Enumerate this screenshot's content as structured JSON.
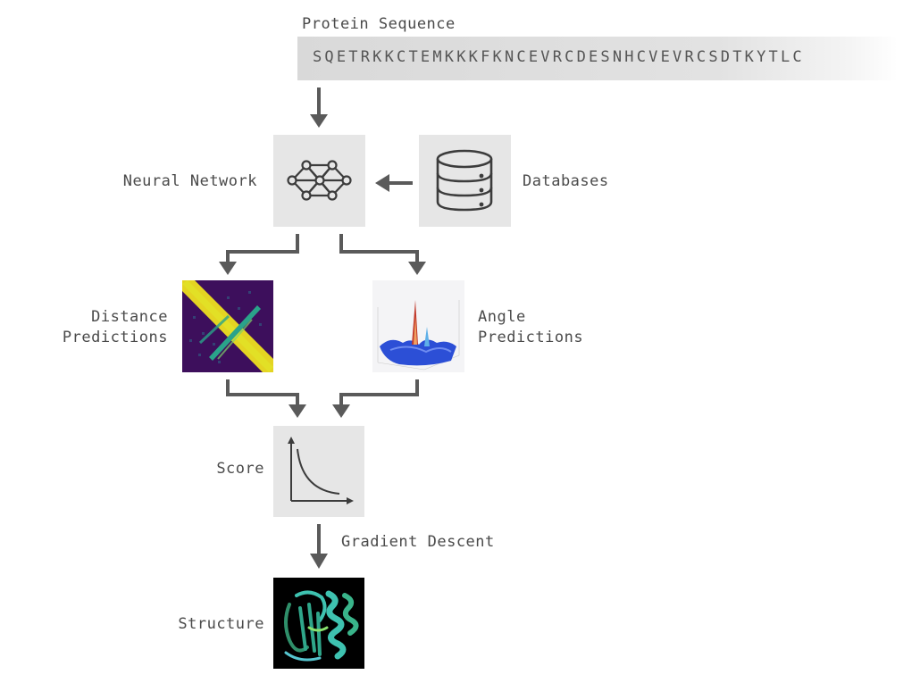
{
  "sequence": {
    "title": "Protein Sequence",
    "residues": "SQETRKKCTEMKKKFKNCEVRCDESNHCVEVRCSDTKYTLC"
  },
  "nodes": {
    "neural_network": "Neural Network",
    "databases": "Databases",
    "distance": [
      "Distance",
      "Predictions"
    ],
    "angle": [
      "Angle",
      "Predictions"
    ],
    "score": "Score",
    "gradient": "Gradient Descent",
    "structure": "Structure"
  },
  "colors": {
    "arrow": "#5a5a5a",
    "box": "#e6e6e6",
    "icon": "#3c3c3c",
    "heatmap_bg": "#3d0f5c",
    "heatmap_diag": "#f2e51d",
    "heatmap_teal": "#2aa38a",
    "angle_surface": "#2c4fd6",
    "angle_peak": "#c0392b",
    "structure_bg": "#000000",
    "structure_ribbon": "#3ec2b0"
  },
  "icons": {
    "neural_network": "neural-network-icon",
    "databases": "database-icon",
    "score": "decay-curve-icon"
  }
}
